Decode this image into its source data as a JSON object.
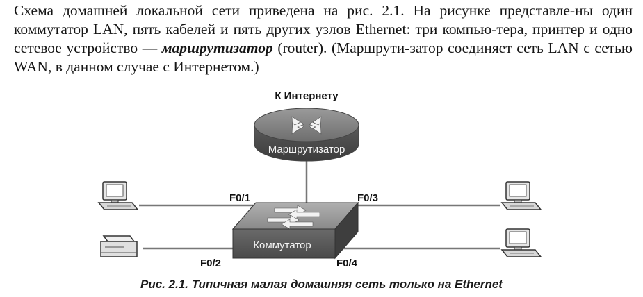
{
  "paragraph": {
    "before": "Схема домашней локальной сети приведена на рис. 2.1. На рисунке представле-ны один коммутатор LAN, пять кабелей и пять других узлов Ethernet: три компью-тера, принтер и одно сетевое устройство — ",
    "emphasis": "маршрутизатор",
    "after": " (router). (Маршрути-затор соединяет сеть LAN с сетью WAN, в данном случае с Интернетом.)"
  },
  "figure": {
    "internet_label": "К Интернету",
    "router_label": "Маршрутизатор",
    "switch_label": "Коммутатор",
    "ports": {
      "f01": "F0/1",
      "f02": "F0/2",
      "f03": "F0/3",
      "f04": "F0/4"
    }
  },
  "caption": "Рис. 2.1. Типичная малая домашняя сеть только на Ethernet"
}
